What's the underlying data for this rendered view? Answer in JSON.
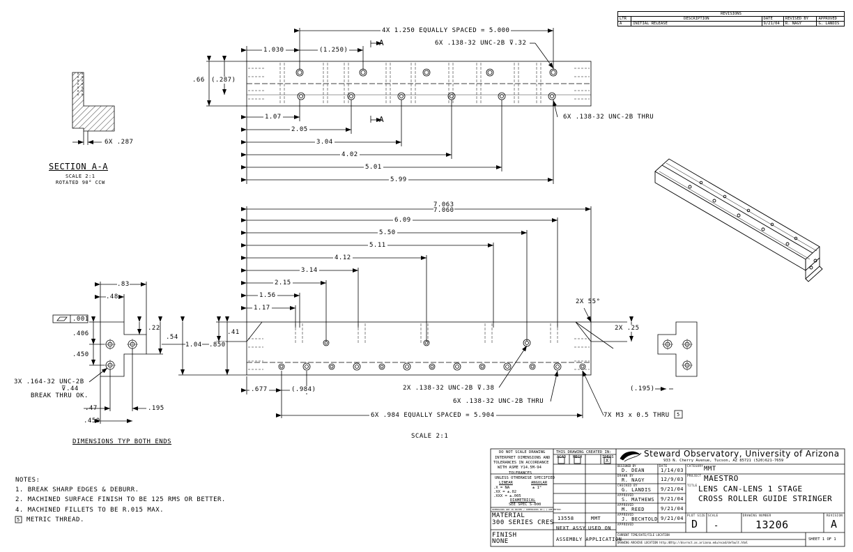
{
  "revisions": {
    "title": "REVISIONS",
    "headers": [
      "LTR",
      "DESCRIPTION",
      "DATE",
      "REVISED BY",
      "APPROVED"
    ],
    "rows": [
      [
        "A",
        "INITIAL RELEASE",
        "9/21/04",
        "R. NAGY",
        "G. LANDIS"
      ]
    ]
  },
  "top_view": {
    "spacing_note": "4X 1.250 EQUALLY SPACED = 5.000",
    "dim_1030": "1.030",
    "dim_1250": "(1.250)",
    "section_mark": "A",
    "tap_note_top": "6X .138-32 UNC-2B ⊽.32",
    "dim_66": ".66",
    "dim_287": "(.287)",
    "thru_note": "6X .138-32 UNC-2B THRU",
    "dims": [
      "1.07",
      "2.05",
      "3.04",
      "4.02",
      "5.01",
      "5.99"
    ]
  },
  "section": {
    "title": "SECTION A-A",
    "scale": "SCALE 2:1",
    "rotated": "ROTATED 90° CCW",
    "dim_287": "6X .287"
  },
  "front_view": {
    "dim_7063": "7.063",
    "dim_7060": "7.060",
    "dims": [
      "6.09",
      "5.50",
      "5.11",
      "4.12",
      "3.14",
      "2.15",
      "1.56",
      "1.17"
    ],
    "chamfer": "2X 55°",
    "chamfer_dim": "2X .25",
    "dim_41": ".41",
    "dim_850": ".850",
    "dim_104": "1.04",
    "dim_677": ".677",
    "dim_984": "(.984)",
    "dim_195r": "(.195)",
    "tap_note_38": "2X .138-32 UNC-2B ⊽.38",
    "thru_note": "6X .138-32 UNC-2B THRU",
    "spacing_note": "6X .984 EQUALLY SPACED = 5.904",
    "metric_note": "7X M3 x 0.5 THRU",
    "metric_flag": "5",
    "scale": "SCALE 2:1"
  },
  "end_view": {
    "flatness": ".001",
    "dim_83": ".83",
    "dim_48": ".48",
    "dim_22": ".22",
    "dim_54": ".54",
    "dim_406": ".406",
    "dim_450": ".450",
    "dim_47": ".47",
    "dim_195": ".195",
    "dim_450b": ".450",
    "tap_note_1": "3X .164-32 UNC-2B",
    "tap_note_2": "⊽.44",
    "tap_note_3": "BREAK THRU OK.",
    "caption": "DIMENSIONS TYP BOTH ENDS"
  },
  "notes": {
    "title": "NOTES:",
    "items": [
      "1. BREAK SHARP EDGES & DEBURR.",
      "2. MACHINED SURFACE FINISH TO BE 125 RMS OR BETTER.",
      "4. MACHINED FILLETS TO BE R.015 MAX."
    ],
    "flag_num": "5",
    "flag_text": "METRIC THREAD."
  },
  "title_block": {
    "do_not_scale": "DO NOT SCALE DRAWING",
    "interpret1": "INTERPRET DIMENSIONS AND",
    "interpret2": "TOLERANCES IN ACCORDANCE",
    "interpret3": "WITH ASME Y14.5M-94",
    "tolerances": "TOLERANCES",
    "unless": "UNLESS OTHERWISE SPECIFIED",
    "linear": "LINEAR",
    "angular": "ANGULAR",
    "tol_x": ".X   = NA",
    "tol_xx": ".XX  = ±.02",
    "tol_xxx": ".XXX = ±.005",
    "tol_ang": "± 1°",
    "diametrical": "DIAMETRICAL",
    "see_spec": "SEE SPEC S-000",
    "dims_note": "DIMENSIONS ARE IN INCHES / DIMENSIONS IN [ ] ARE METRIC",
    "created_in": "THIS DRAWING CREATED IN:",
    "cad_options": [
      "ACAD",
      "MECH",
      "IDEAS"
    ],
    "cad_checked": "X",
    "material_label": "MATERIAL",
    "material": "300 SERIES CRES",
    "next_assy_value": "13558",
    "used_on_value": "MMT",
    "next_assy": "NEXT ASSY",
    "used_on": "USED ON",
    "assembly_application": "ASSEMBLY APPLICATION",
    "finish_label": "FINISH",
    "finish": "NONE",
    "org": "Steward Observatory, University of Arizona",
    "address": "933 N. Cherry Avenue, Tucson, AZ  85721   (520)621-7659",
    "designed_by_label": "DESIGNED BY",
    "designed_by": "D. DEAN",
    "date_label": "DATE",
    "designed_date": "1/14/03",
    "category_label": "CATEGORY",
    "category": "MMT",
    "drawn_by_label": "DRAWN BY",
    "drawn_by": "R. NAGY",
    "drawn_date": "12/9/03",
    "project_label": "PROJECT",
    "project": "MAESTRO",
    "checked_by_label": "CHECKED BY",
    "checked_by": "G. LANDIS",
    "checked_date": "9/21/04",
    "title_label": "TITLE",
    "title1": "LENS CAN-LENS 1 STAGE",
    "title2": "CROSS ROLLER GUIDE STRINGER",
    "approved_label": "APPROVED",
    "approved1": "S. MATHEWS",
    "approved1_date": "9/21/04",
    "approved2": "M. REED",
    "approved2_date": "9/21/04",
    "approved3": "J. BECHTOLD",
    "approved3_date": "9/21/04",
    "plot_size_label": "PLOT SIZE",
    "plot_size": "D",
    "scale_label": "SCALE",
    "scale": "-",
    "drawing_number_label": "DRAWING NUMBER",
    "drawing_number": "13206",
    "revision_label": "REVISION",
    "revision": "A",
    "file_loc_label": "CURRENT TIME/DATE/FILE LOCATION",
    "archive_label": "DRAWING ARCHIVE LOCATION http://",
    "archive_url": "http://dsvrnct.as.arizona.edu/ecad/default.html",
    "sheet": "SHEET 1 OF 1"
  }
}
